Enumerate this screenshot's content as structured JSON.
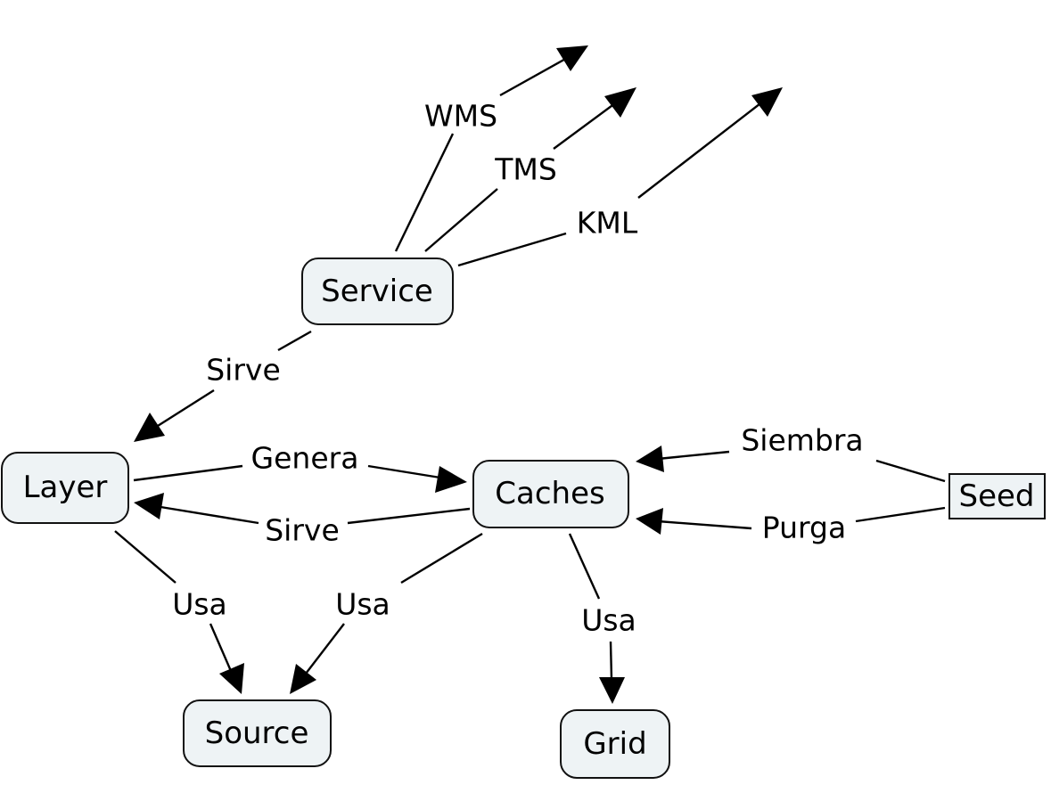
{
  "nodes": {
    "service": "Service",
    "layer": "Layer",
    "caches": "Caches",
    "seed": "Seed",
    "source": "Source",
    "grid": "Grid"
  },
  "links": {
    "wms": "WMS",
    "tms": "TMS",
    "kml": "KML",
    "sirve_service_layer": "Sirve",
    "genera": "Genera",
    "sirve_caches_layer": "Sirve",
    "siembra": "Siembra",
    "purga": "Purga",
    "usa_layer_source": "Usa",
    "usa_caches_source": "Usa",
    "usa_caches_grid": "Usa"
  }
}
